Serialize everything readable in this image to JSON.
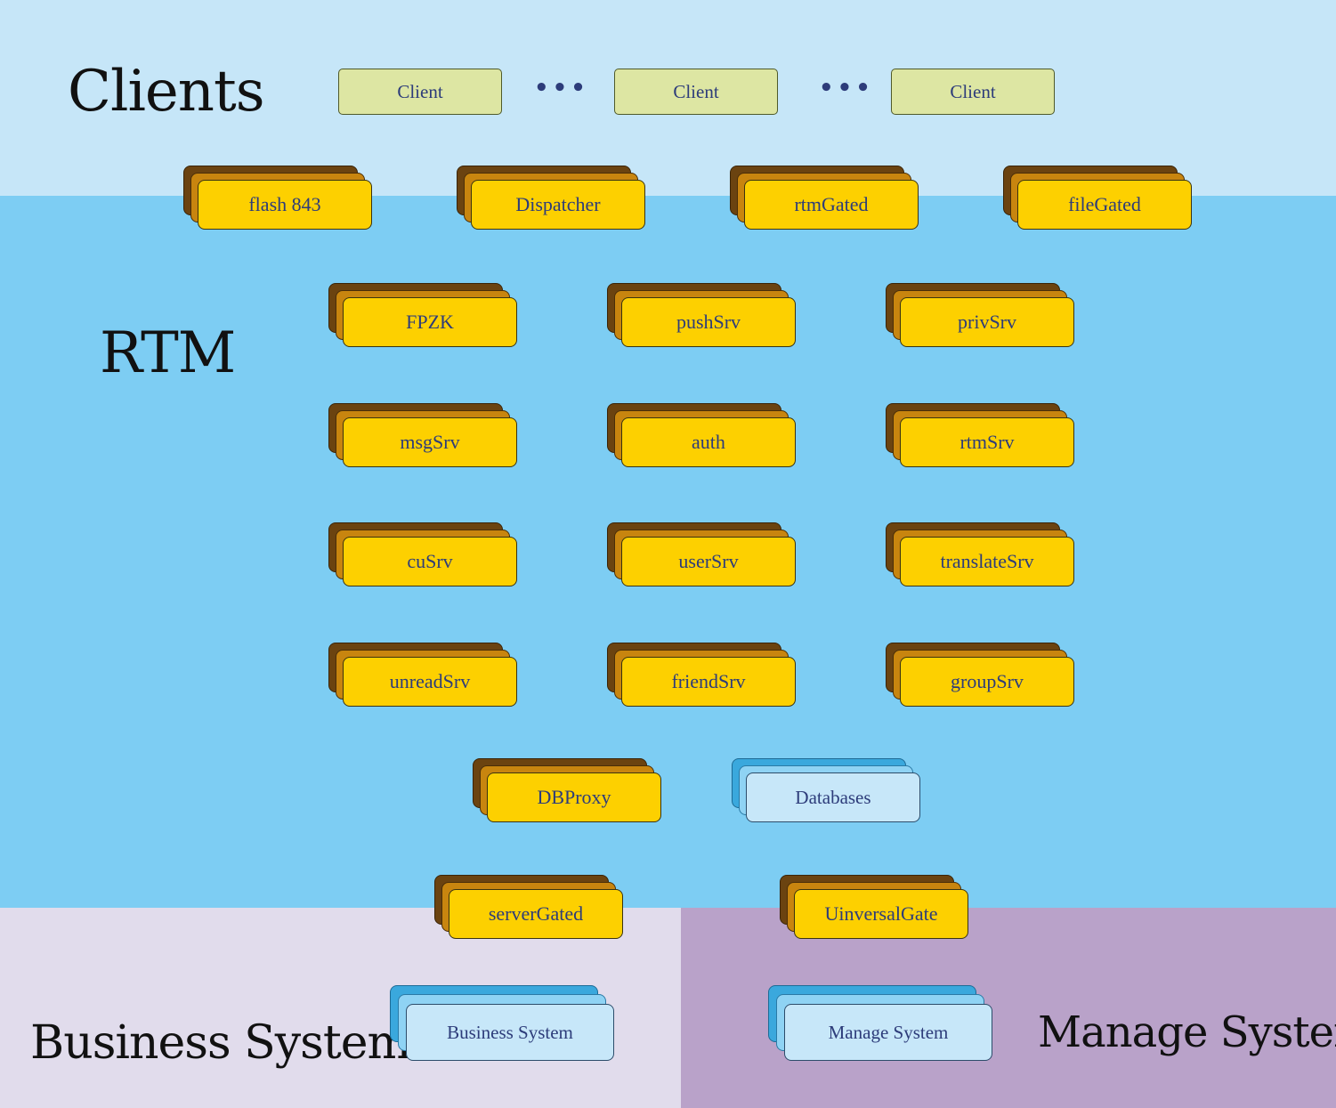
{
  "regions": {
    "clients": "Clients",
    "rtm": "RTM",
    "business": "Business System",
    "manage": "Manage System"
  },
  "clients": [
    "Client",
    "Client",
    "Client"
  ],
  "ellipsis": "•••",
  "gateways": [
    "flash 843",
    "Dispatcher",
    "rtmGated",
    "fileGated"
  ],
  "services": [
    [
      "FPZK",
      "pushSrv",
      "privSrv"
    ],
    [
      "msgSrv",
      "auth",
      "rtmSrv"
    ],
    [
      "cuSrv",
      "userSrv",
      "translateSrv"
    ],
    [
      "unreadSrv",
      "friendSrv",
      "groupSrv"
    ]
  ],
  "data_layer": {
    "proxy": "DBProxy",
    "databases": "Databases"
  },
  "external_gates": {
    "server": "serverGated",
    "universal": "UinversalGate"
  },
  "systems": {
    "business": "Business System",
    "manage": "Manage System"
  },
  "colors": {
    "clients_bg": "#c6e6f8",
    "rtm_bg": "#7dcdf3",
    "business_bg": "#e1dcec",
    "manage_bg": "#b9a2c9",
    "service_fill": "#fdd000",
    "client_fill": "#dde6a3",
    "storage_fill": "#c7e7f9"
  }
}
